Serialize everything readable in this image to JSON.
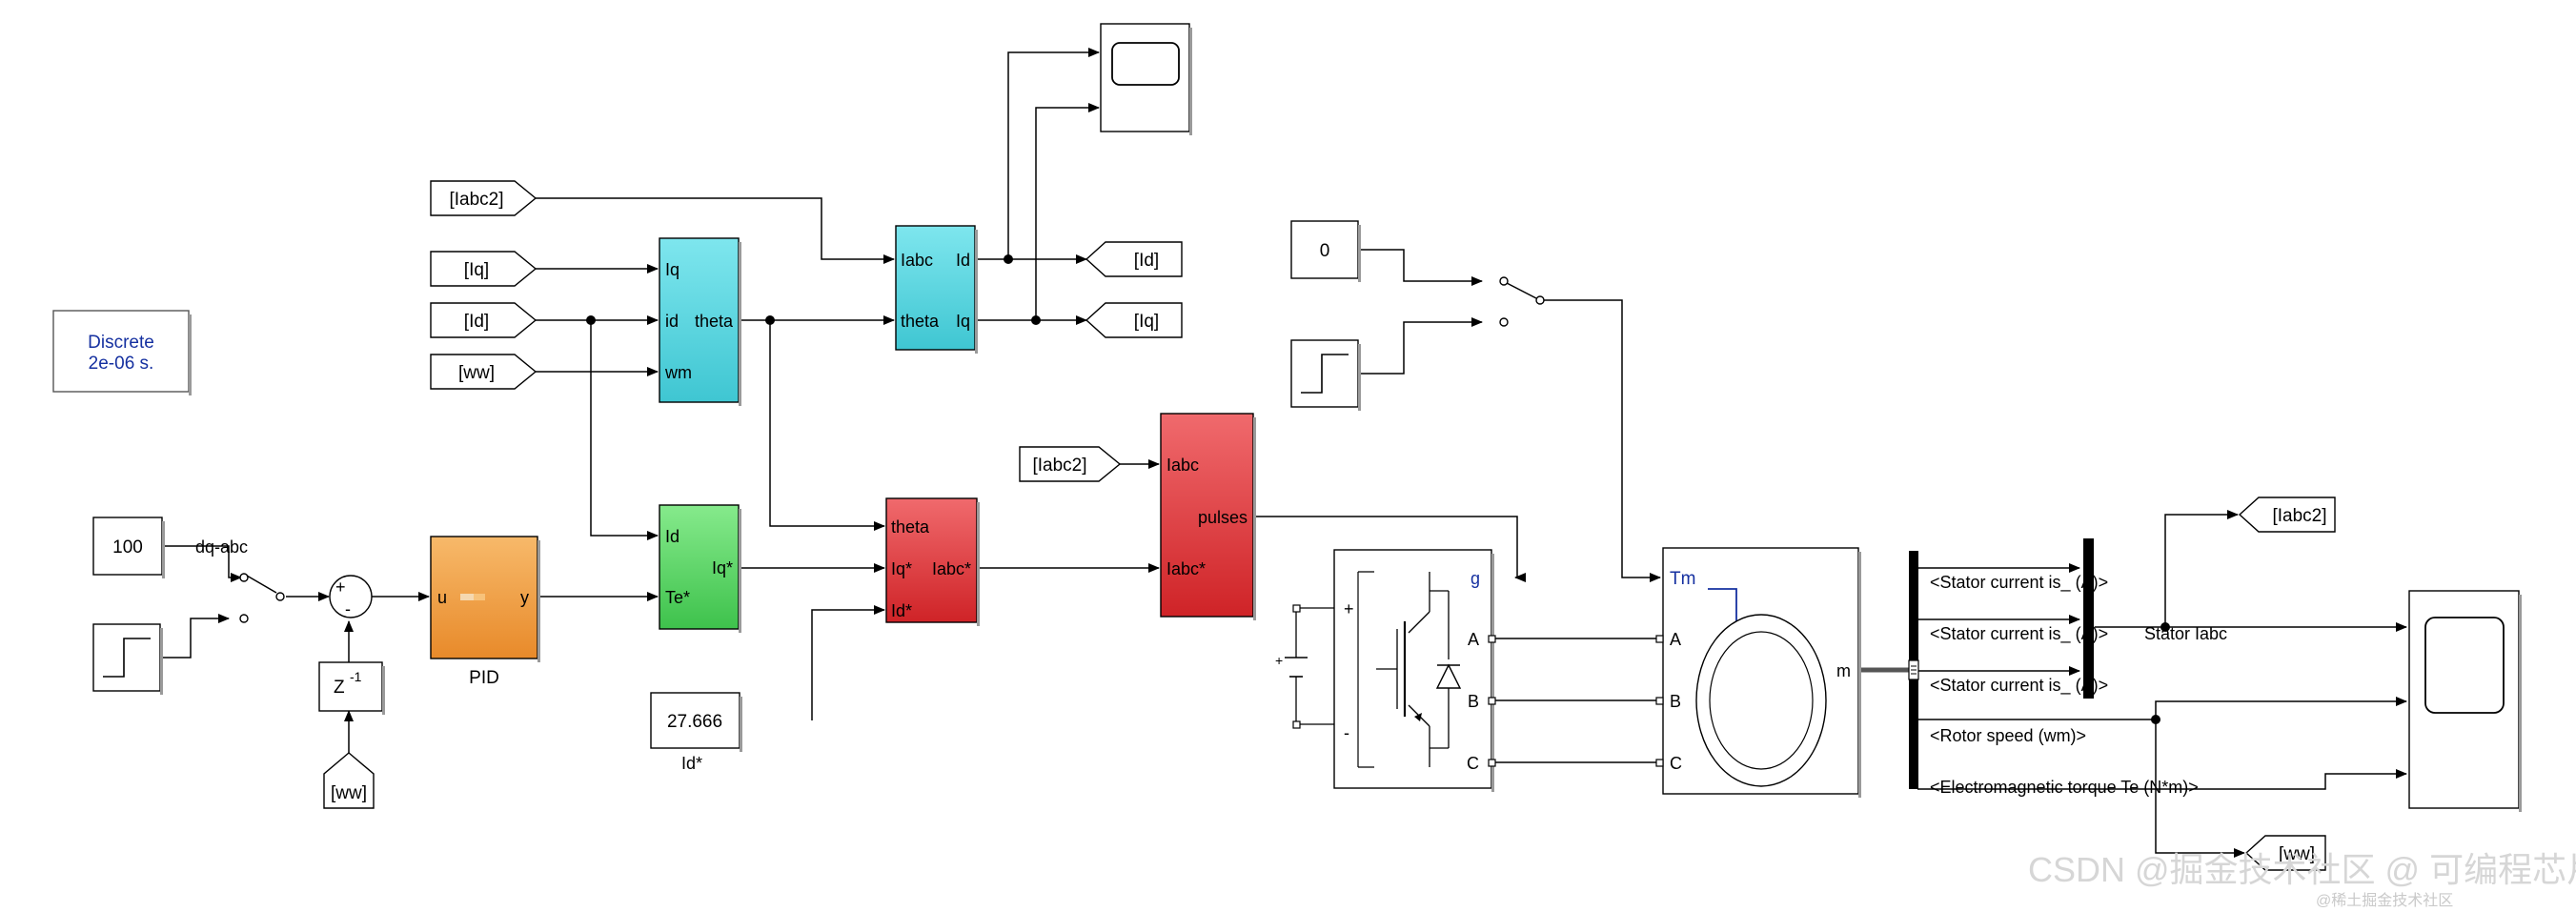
{
  "diagram": {
    "clock": {
      "line1": "Discrete",
      "line2": "2e-06 s."
    },
    "goto_tags": {
      "iabc2_left": "[Iabc2]",
      "iq_left": "[Iq]",
      "id_left": "[Id]",
      "ww_left": "[ww]",
      "id_out": "[Id]",
      "iq_out": "[Iq]",
      "iabc2_mid": "[Iabc2]",
      "ww_bottom": "[ww]",
      "iabc2_right": "[Iabc2]",
      "ww_right": "[ww]"
    },
    "constants": {
      "speed_ref": "100",
      "id_ref": "27.666",
      "torque_zero": "0"
    },
    "labels": {
      "switch_label": "dq-abc",
      "pid": "PID",
      "id_star": "Id*",
      "stator_iabc": "Stator Iabc"
    },
    "pid_block": {
      "in": "u",
      "out": "y"
    },
    "delay_block": {
      "base": "Z",
      "exp": "-1"
    },
    "sum_block": {
      "plus": "+",
      "minus": "-"
    },
    "block_dq": {
      "in1": "Iq",
      "in2": "id",
      "in3": "wm",
      "out": "theta"
    },
    "block_abc2dq": {
      "in1": "Iabc",
      "in2": "theta",
      "out1": "Id",
      "out2": "Iq"
    },
    "block_ctrl": {
      "in1": "Id",
      "in2": "Te*",
      "out": "Iq*"
    },
    "block_dq2abc": {
      "in1": "theta",
      "in2": "Iq*",
      "in3": "Id*",
      "out": "Iabc*"
    },
    "block_hyst": {
      "in1": "Iabc",
      "in2": "Iabc*",
      "out": "pulses"
    },
    "inverter": {
      "gate": "g",
      "a": "A",
      "b": "B",
      "c": "C",
      "plus": "+",
      "minus": "-"
    },
    "machine": {
      "tm": "Tm",
      "a": "A",
      "b": "B",
      "c": "C",
      "m": "m"
    },
    "bus_signals": [
      "<Stator current is_ (A)>",
      "<Stator current is_ (A)>",
      "<Stator current is_ (A)>",
      "<Rotor speed (wm)>",
      "<Electromagnetic torque Te (N*m)>"
    ],
    "watermark": {
      "main": "CSDN @掘金技术社区 @ 可编程芯片开发",
      "sub": "@稀土掘金技术社区"
    },
    "colors": {
      "cyan": "#5fd9e2",
      "green": "#5ed66a",
      "red": "#e23b3f",
      "orange": "#f2a246",
      "clock_text": "#1530a0",
      "gate_text": "#1530a0"
    }
  }
}
